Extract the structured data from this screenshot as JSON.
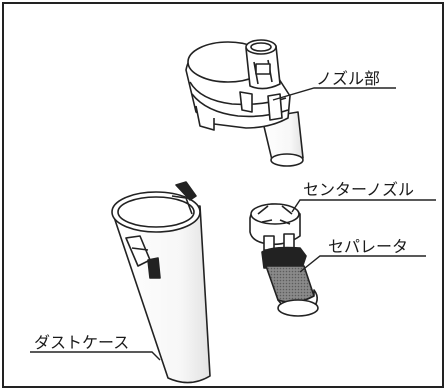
{
  "labels": {
    "nozzle": "ノズル部",
    "center_nozzle": "センターノズル",
    "separator": "セパレータ",
    "dust_case": "ダストケース"
  }
}
